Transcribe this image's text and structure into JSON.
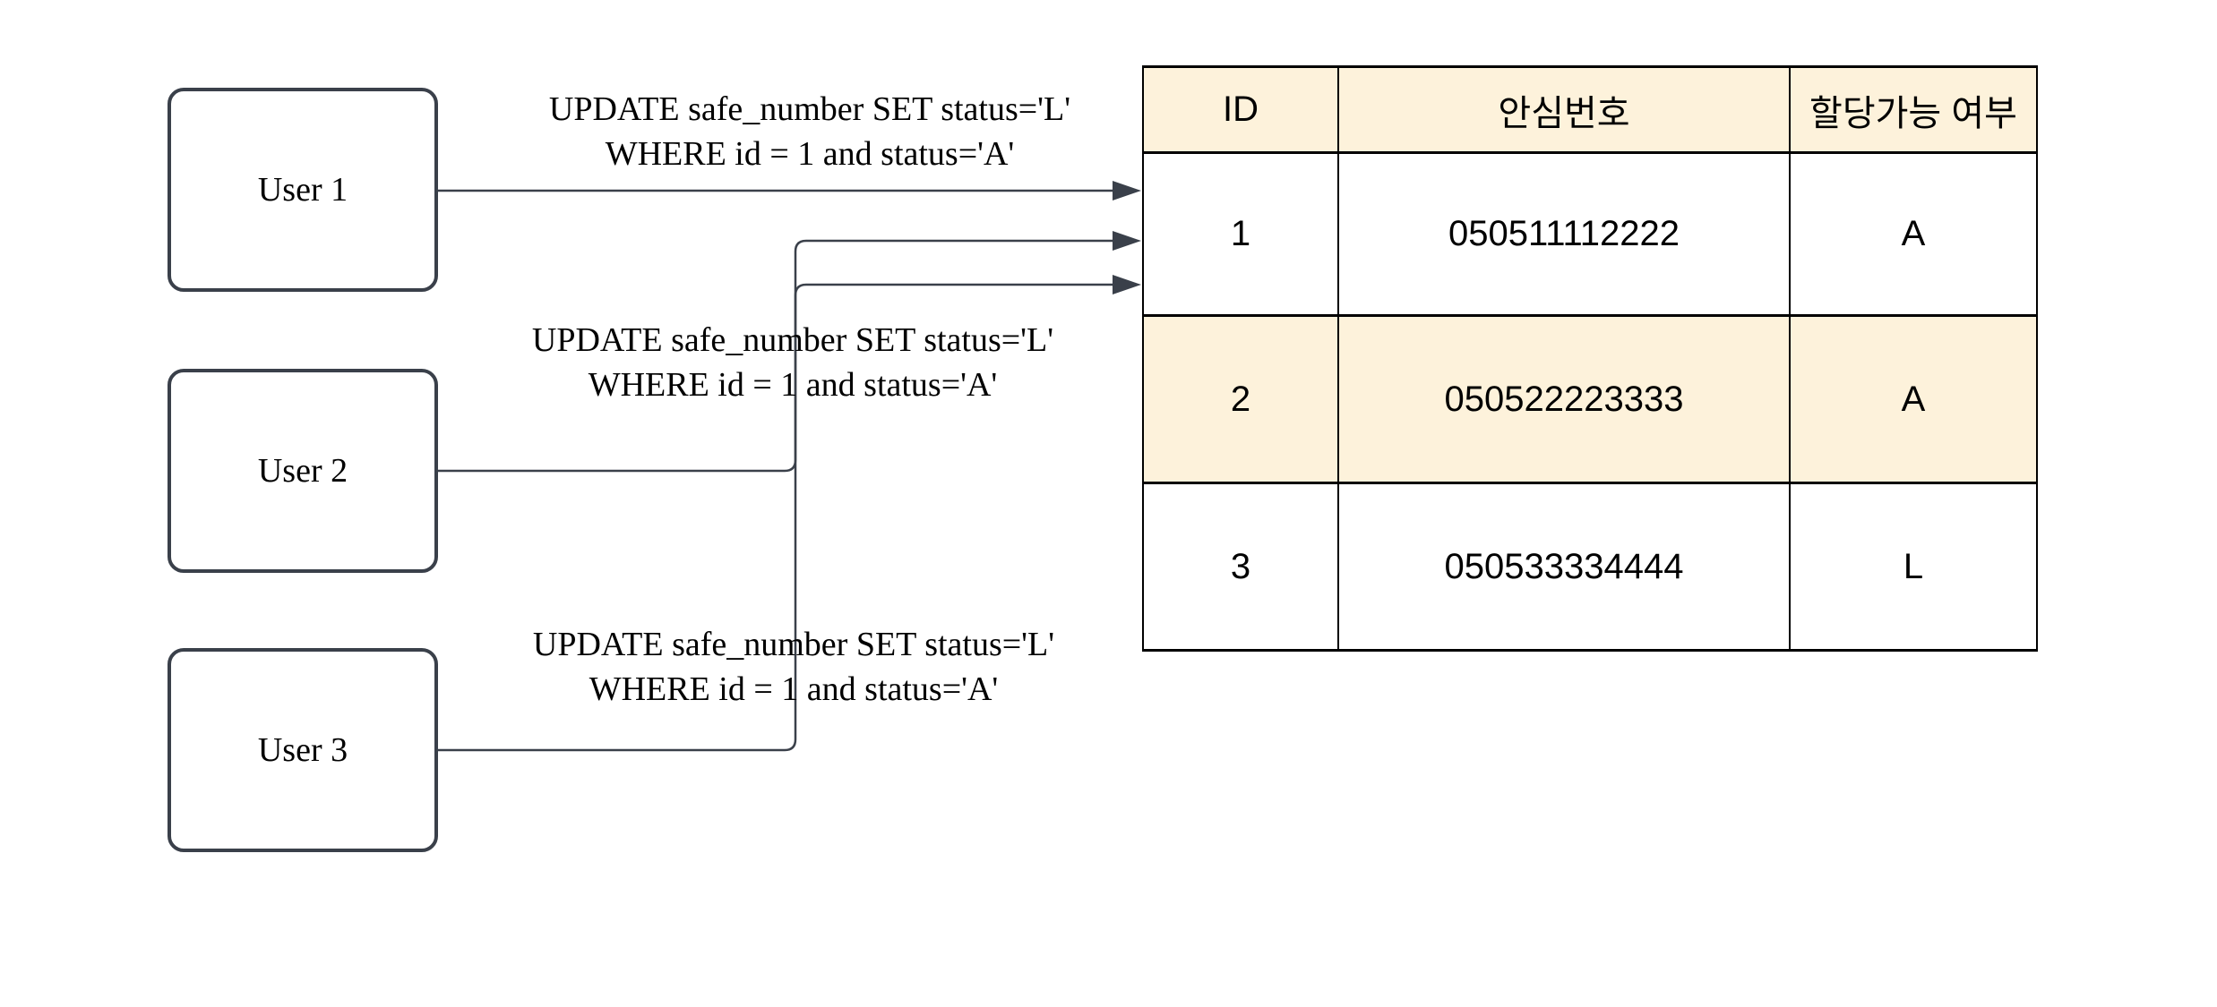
{
  "diagram": {
    "users": [
      {
        "label": "User 1"
      },
      {
        "label": "User 2"
      },
      {
        "label": "User 3"
      }
    ],
    "queries": [
      {
        "line1": "UPDATE safe_number SET status='L'",
        "line2": "WHERE id = 1 and status='A'"
      },
      {
        "line1": "UPDATE safe_number SET status='L'",
        "line2": "WHERE id = 1 and status='A'"
      },
      {
        "line1": "UPDATE safe_number SET status='L'",
        "line2": "WHERE id = 1 and status='A'"
      }
    ],
    "table": {
      "headers": [
        "ID",
        "안심번호",
        "할당가능 여부"
      ],
      "rows": [
        {
          "id": "1",
          "number": "050511112222",
          "status": "A"
        },
        {
          "id": "2",
          "number": "050522223333",
          "status": "A"
        },
        {
          "id": "3",
          "number": "050533334444",
          "status": "L"
        }
      ],
      "highlighted_row_id": "2"
    },
    "colors": {
      "highlight_fill": "#FDF2DB",
      "connector_stroke": "#3A404A",
      "table_border": "#000000"
    }
  }
}
